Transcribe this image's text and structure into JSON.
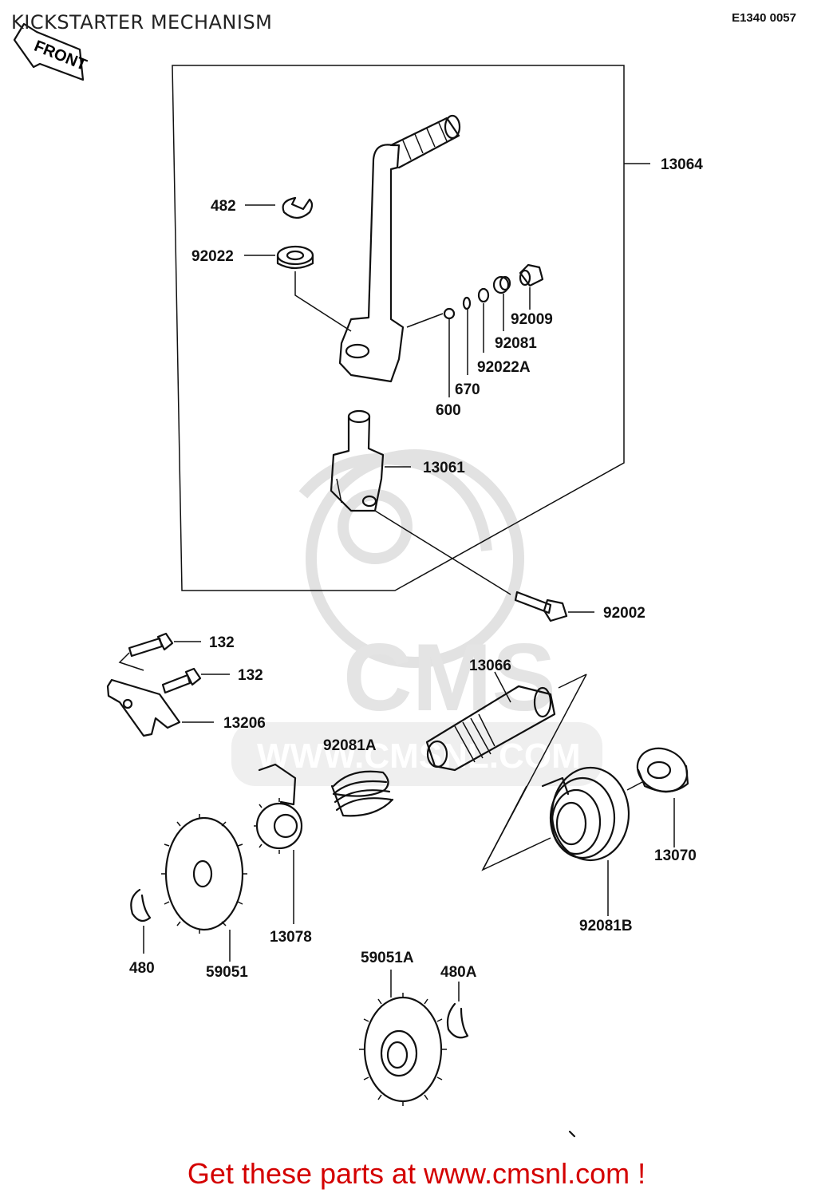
{
  "header": {
    "title": "KICKSTARTER MECHANISM",
    "diagram_code": "E1340 0057",
    "front_label": "FRONT"
  },
  "watermark": {
    "brand": "CMS",
    "url": "WWW.CMSNL.COM"
  },
  "parts": [
    {
      "id": "13064",
      "label": "13064"
    },
    {
      "id": "482",
      "label": "482"
    },
    {
      "id": "92022",
      "label": "92022"
    },
    {
      "id": "92009",
      "label": "92009"
    },
    {
      "id": "92081",
      "label": "92081"
    },
    {
      "id": "92022A",
      "label": "92022A"
    },
    {
      "id": "670",
      "label": "670"
    },
    {
      "id": "600",
      "label": "600"
    },
    {
      "id": "13061",
      "label": "13061"
    },
    {
      "id": "92002",
      "label": "92002"
    },
    {
      "id": "132a",
      "label": "132"
    },
    {
      "id": "132b",
      "label": "132"
    },
    {
      "id": "13206",
      "label": "13206"
    },
    {
      "id": "13066",
      "label": "13066"
    },
    {
      "id": "92081A",
      "label": "92081A"
    },
    {
      "id": "13070",
      "label": "13070"
    },
    {
      "id": "92081B",
      "label": "92081B"
    },
    {
      "id": "13078",
      "label": "13078"
    },
    {
      "id": "480",
      "label": "480"
    },
    {
      "id": "59051",
      "label": "59051"
    },
    {
      "id": "59051A",
      "label": "59051A"
    },
    {
      "id": "480A",
      "label": "480A"
    }
  ],
  "footer": {
    "text": "Get these parts at www.cmsnl.com !"
  }
}
